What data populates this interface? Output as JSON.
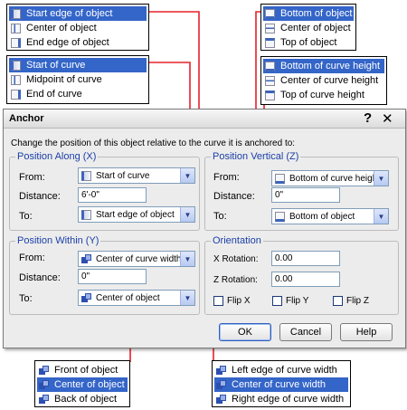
{
  "callouts": {
    "start_edge_options": [
      "Start edge of object",
      "Center of object",
      "End edge of object"
    ],
    "start_edge_selected": 0,
    "along_from_options": [
      "Start of curve",
      "Midpoint of curve",
      "End of curve"
    ],
    "along_from_selected": 0,
    "vertical_to_options": [
      "Bottom of object",
      "Center of object",
      "Top of object"
    ],
    "vertical_to_selected": 0,
    "vertical_from_options": [
      "Bottom of curve height",
      "Center of curve height",
      "Top of curve height"
    ],
    "vertical_from_selected": 0,
    "within_to_options": [
      "Front of object",
      "Center of object",
      "Back of object"
    ],
    "within_to_selected": 1,
    "within_from_options": [
      "Left edge of curve width",
      "Center of curve width",
      "Right edge of curve width"
    ],
    "within_from_selected": 1
  },
  "dialog": {
    "title": "Anchor",
    "help_glyph": "?",
    "close_glyph": "✕",
    "description": "Change the position of this object relative to the curve it is anchored to:",
    "along": {
      "title": "Position Along (X)",
      "from_label": "From:",
      "from_value": "Start of curve",
      "distance_label": "Distance:",
      "distance_value": "6'-0\"",
      "to_label": "To:",
      "to_value": "Start edge of object"
    },
    "vertical": {
      "title": "Position Vertical (Z)",
      "from_label": "From:",
      "from_value": "Bottom of curve height",
      "distance_label": "Distance:",
      "distance_value": "0\"",
      "to_label": "To:",
      "to_value": "Bottom of object"
    },
    "within": {
      "title": "Position Within (Y)",
      "from_label": "From:",
      "from_value": "Center of curve width",
      "distance_label": "Distance:",
      "distance_value": "0\"",
      "to_label": "To:",
      "to_value": "Center of object"
    },
    "orientation": {
      "title": "Orientation",
      "x_label": "X Rotation:",
      "x_value": "0.00",
      "z_label": "Z Rotation:",
      "z_value": "0.00",
      "flip_x": "Flip X",
      "flip_y": "Flip Y",
      "flip_z": "Flip Z"
    },
    "buttons": {
      "ok": "OK",
      "cancel": "Cancel",
      "help": "Help"
    }
  },
  "colors": {
    "connector": "#e8202a",
    "selection": "#3465c8",
    "group_title": "#1a3fa8"
  }
}
